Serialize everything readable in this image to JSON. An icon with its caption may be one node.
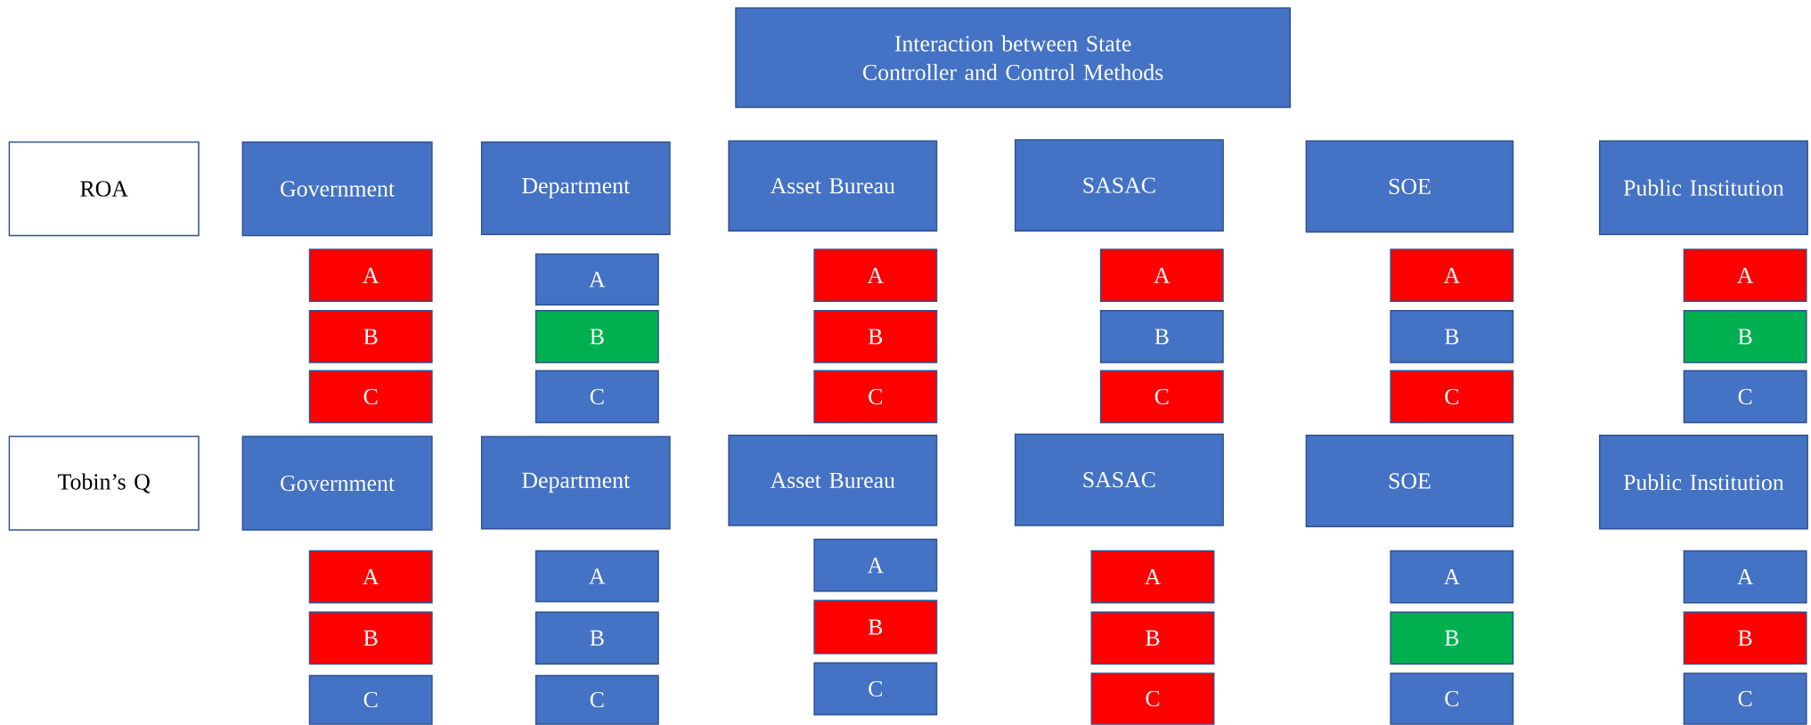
{
  "diagram": {
    "nodes": [
      {
        "text": [
          "Interaction between State Controller and Control Methods"
        ]
      },
      {
        "text": [
          "ROA"
        ]
      },
      {
        "text": [
          "Government"
        ]
      },
      {
        "text": [
          "Department"
        ]
      },
      {
        "text": [
          "Asset Bureau"
        ]
      },
      {
        "text": [
          "SASAC"
        ]
      },
      {
        "text": [
          "SOE"
        ]
      },
      {
        "text": [
          "Public Institution"
        ]
      },
      {
        "text": [
          "A"
        ]
      },
      {
        "text": [
          "A"
        ]
      },
      {
        "text": [
          "A"
        ]
      },
      {
        "text": [
          "A"
        ]
      },
      {
        "text": [
          "A"
        ]
      },
      {
        "text": [
          "A"
        ]
      },
      {
        "text": [
          "B"
        ]
      },
      {
        "text": [
          "B"
        ]
      },
      {
        "text": [
          "B"
        ]
      },
      {
        "text": [
          "B"
        ]
      },
      {
        "text": [
          "B"
        ]
      },
      {
        "text": [
          "B"
        ]
      },
      {
        "text": [
          "C"
        ]
      },
      {
        "text": [
          "C"
        ]
      },
      {
        "text": [
          "C"
        ]
      },
      {
        "text": [
          "C"
        ]
      },
      {
        "text": [
          "C"
        ]
      },
      {
        "text": [
          "C"
        ]
      },
      {
        "text": [
          "Tobin’s Q"
        ]
      },
      {
        "text": [
          "Government"
        ]
      },
      {
        "text": [
          "Department"
        ]
      },
      {
        "text": [
          "Asset Bureau"
        ]
      },
      {
        "text": [
          "SASAC"
        ]
      },
      {
        "text": [
          "SOE"
        ]
      },
      {
        "text": [
          "Public Institution"
        ]
      },
      {
        "text": [
          "A"
        ]
      },
      {
        "text": [
          "A"
        ]
      },
      {
        "text": [
          "A"
        ]
      },
      {
        "text": [
          "A"
        ]
      },
      {
        "text": [
          "A"
        ]
      },
      {
        "text": [
          "A"
        ]
      },
      {
        "text": [
          "B"
        ]
      },
      {
        "text": [
          "B"
        ]
      },
      {
        "text": [
          "B"
        ]
      },
      {
        "text": [
          "B"
        ]
      },
      {
        "text": [
          "B"
        ]
      },
      {
        "text": [
          "B"
        ]
      },
      {
        "text": [
          "C"
        ]
      },
      {
        "text": [
          "C"
        ]
      },
      {
        "text": [
          "C"
        ]
      },
      {
        "text": [
          "C"
        ]
      },
      {
        "text": [
          "C"
        ]
      },
      {
        "text": [
          "C"
        ]
      }
    ],
    "edges": []
  }
}
